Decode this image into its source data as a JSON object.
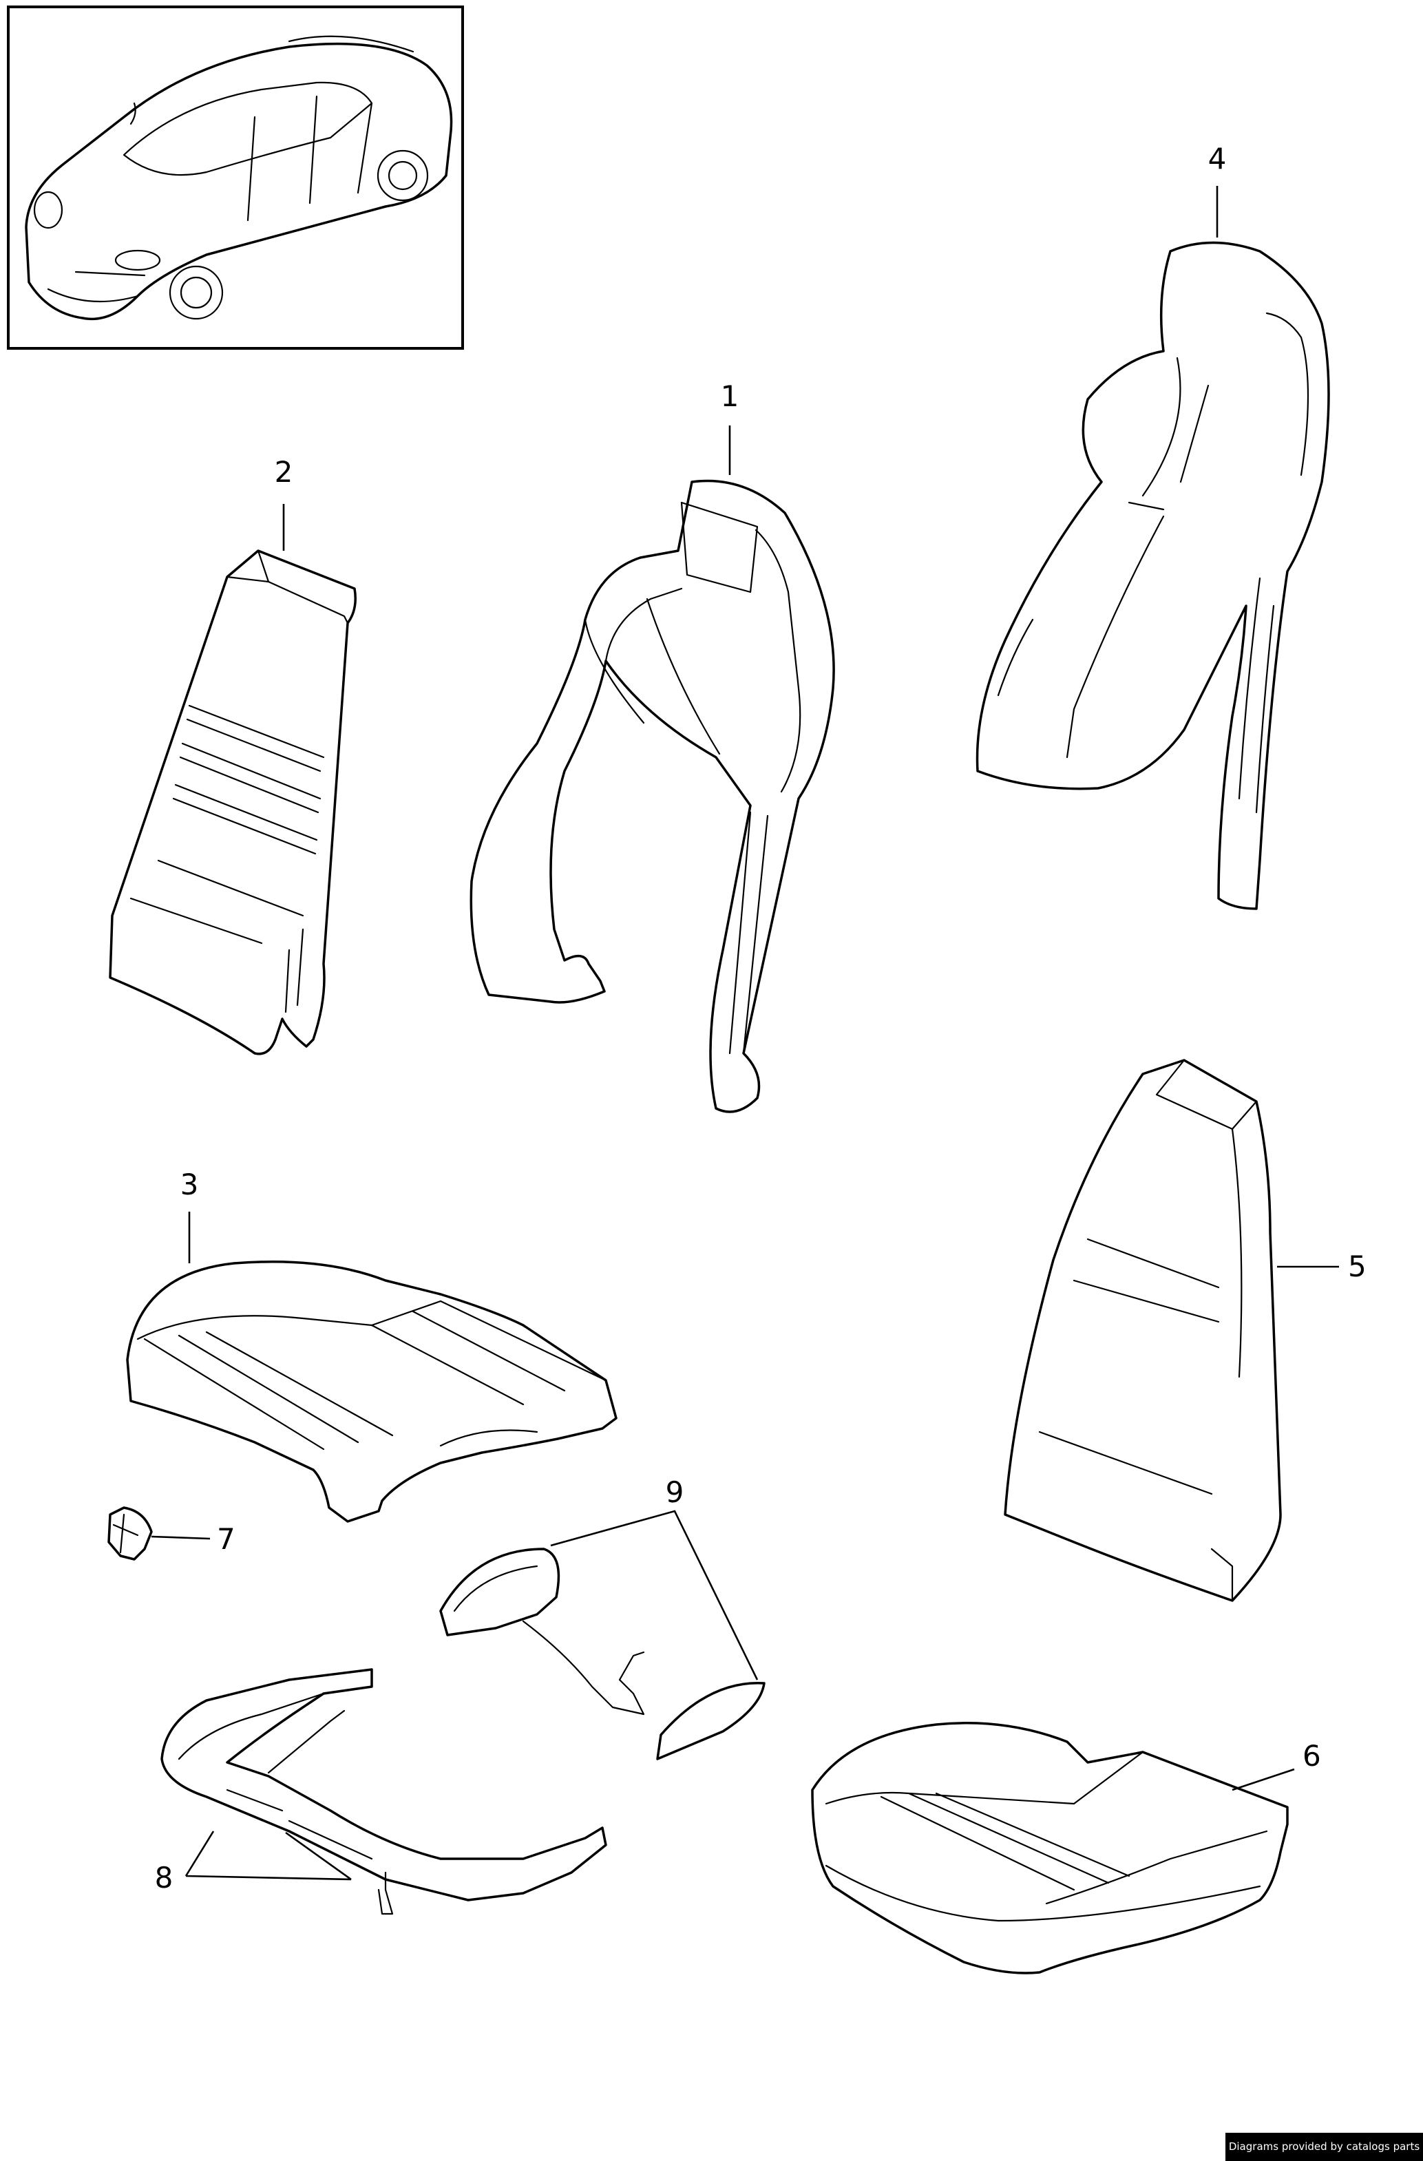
{
  "callouts": [
    "1",
    "2",
    "3",
    "4",
    "5",
    "6",
    "7",
    "8",
    "9"
  ],
  "credit": "Diagrams provided by catalogs parts"
}
